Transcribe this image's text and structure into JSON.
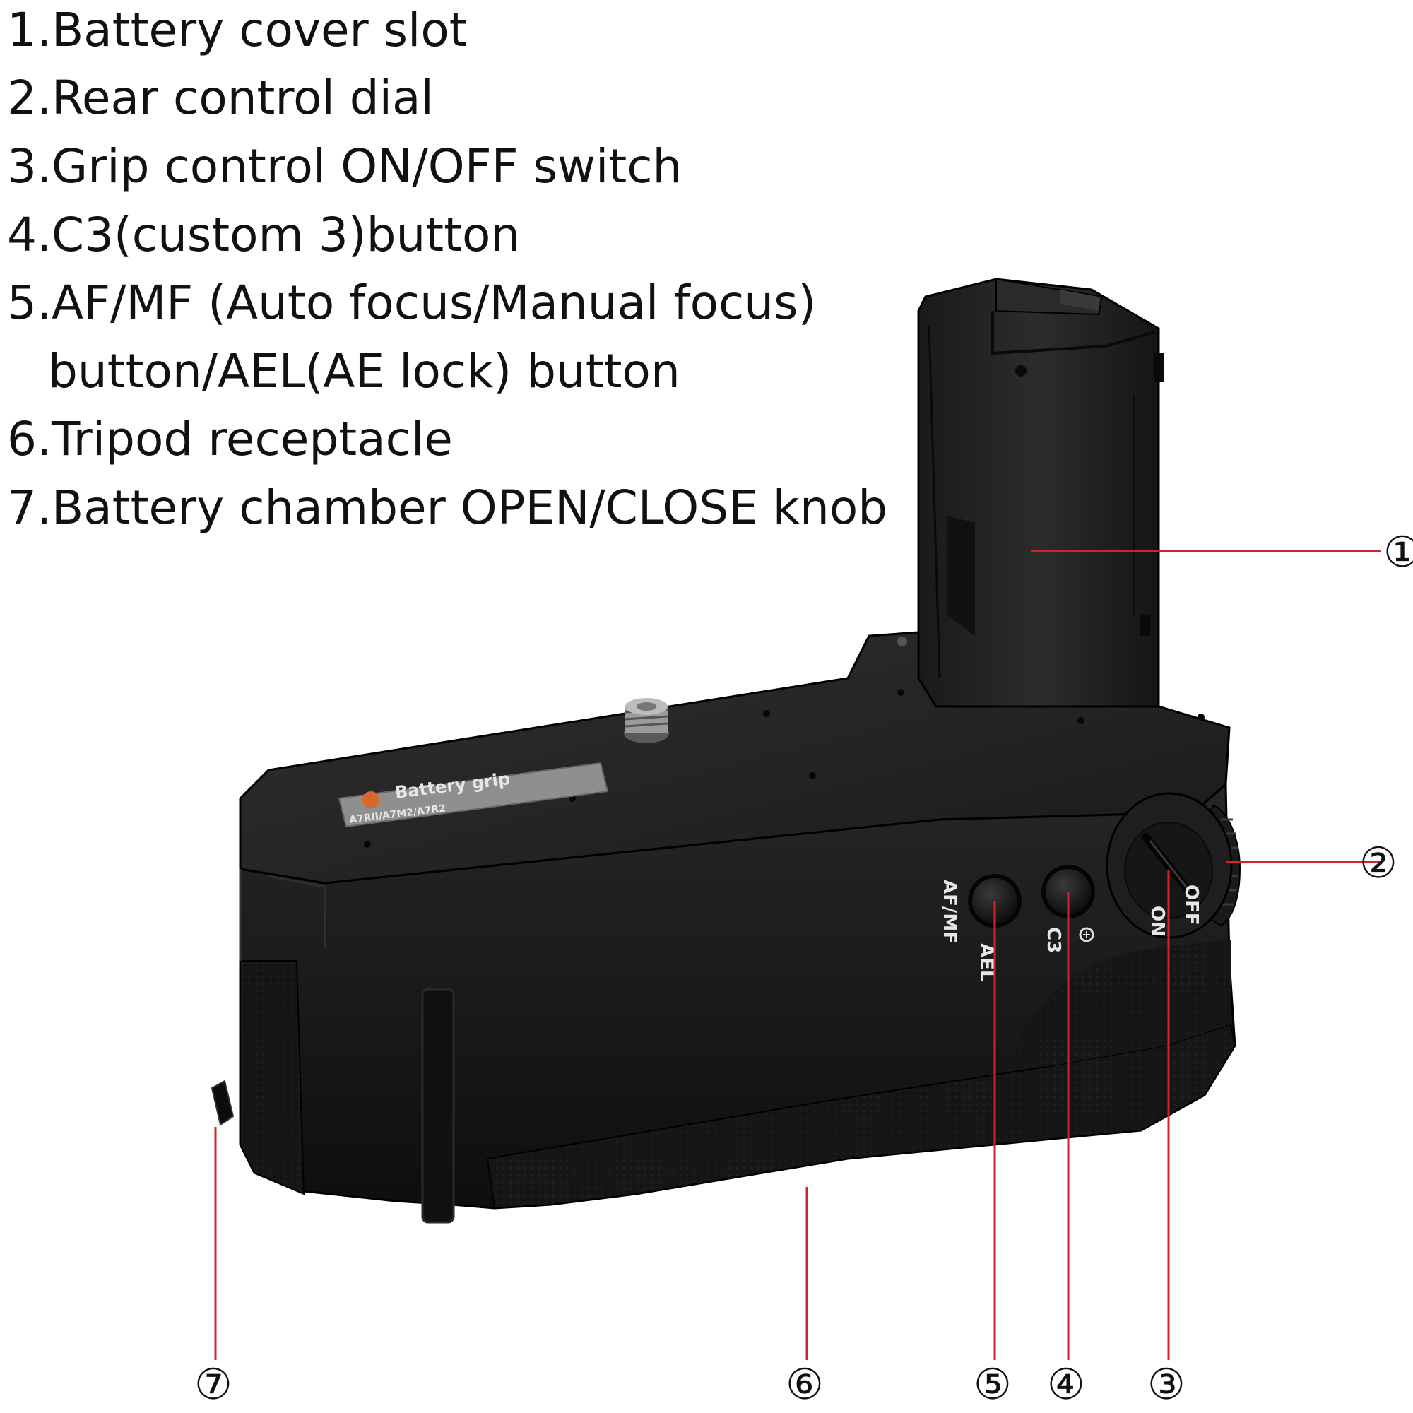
{
  "legend": {
    "items": [
      "1.Battery cover slot",
      "2.Rear control dial",
      "3.Grip control ON/OFF switch",
      "4.C3(custom 3)button",
      "5.AF/MF (Auto focus/Manual focus)",
      "button/AEL(AE lock) button",
      "6.Tripod receptacle",
      "7.Battery chamber OPEN/CLOSE knob"
    ]
  },
  "callouts": {
    "c1": "①",
    "c2": "②",
    "c3": "③",
    "c4": "④",
    "c5": "⑤",
    "c6": "⑥",
    "c7": "⑦"
  },
  "device": {
    "afmf": "AF/MF",
    "ael": "AEL",
    "c3": "C3",
    "on": "ON",
    "off": "OFF",
    "sticker_title": "Battery grip",
    "sticker_model": "A7RII/A7M2/A7R2"
  },
  "colors": {
    "leader_line": "#d2232a",
    "body": "#1c1c1c",
    "body_dark": "#111111",
    "body_light": "#2e2e2e"
  }
}
